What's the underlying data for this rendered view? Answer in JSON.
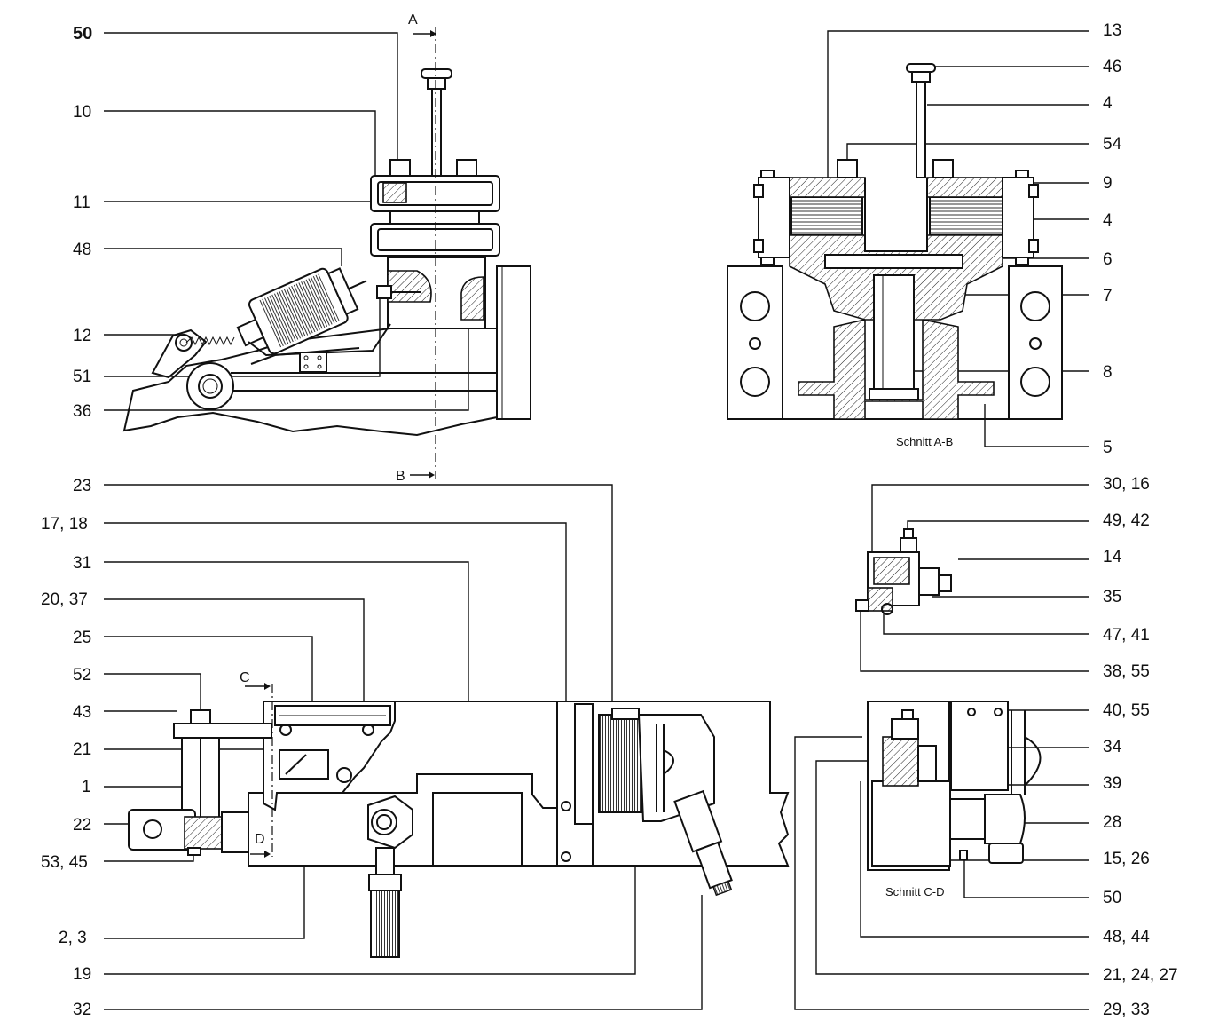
{
  "callouts_left": [
    {
      "id": "c-50",
      "text": "50"
    },
    {
      "id": "c-10",
      "text": "10"
    },
    {
      "id": "c-11",
      "text": "11"
    },
    {
      "id": "c-48",
      "text": "48"
    },
    {
      "id": "c-12",
      "text": "12"
    },
    {
      "id": "c-51",
      "text": "51"
    },
    {
      "id": "c-36",
      "text": "36"
    },
    {
      "id": "c-23",
      "text": "23"
    },
    {
      "id": "c-17-18",
      "text": "17, 18"
    },
    {
      "id": "c-31",
      "text": "31"
    },
    {
      "id": "c-20-37",
      "text": "20, 37"
    },
    {
      "id": "c-25",
      "text": "25"
    },
    {
      "id": "c-52",
      "text": "52"
    },
    {
      "id": "c-43",
      "text": "43"
    },
    {
      "id": "c-21",
      "text": "21"
    },
    {
      "id": "c-1",
      "text": "1"
    },
    {
      "id": "c-22",
      "text": "22"
    },
    {
      "id": "c-53-45",
      "text": "53, 45"
    },
    {
      "id": "c-2-3",
      "text": "2, 3"
    },
    {
      "id": "c-19",
      "text": "19"
    },
    {
      "id": "c-32",
      "text": "32"
    }
  ],
  "callouts_right": [
    {
      "id": "c-13",
      "text": "13"
    },
    {
      "id": "c-46",
      "text": "46"
    },
    {
      "id": "c-4a",
      "text": "4"
    },
    {
      "id": "c-54",
      "text": "54"
    },
    {
      "id": "c-9",
      "text": "9"
    },
    {
      "id": "c-4b",
      "text": "4"
    },
    {
      "id": "c-6",
      "text": "6"
    },
    {
      "id": "c-7",
      "text": "7"
    },
    {
      "id": "c-8",
      "text": "8"
    },
    {
      "id": "c-5",
      "text": "5"
    },
    {
      "id": "c-30-16",
      "text": "30, 16"
    },
    {
      "id": "c-49-42",
      "text": "49, 42"
    },
    {
      "id": "c-14",
      "text": "14"
    },
    {
      "id": "c-35",
      "text": "35"
    },
    {
      "id": "c-47-41",
      "text": "47, 41"
    },
    {
      "id": "c-38-55",
      "text": "38, 55"
    },
    {
      "id": "c-40-55",
      "text": "40, 55"
    },
    {
      "id": "c-34",
      "text": "34"
    },
    {
      "id": "c-39",
      "text": "39"
    },
    {
      "id": "c-28",
      "text": "28"
    },
    {
      "id": "c-15-26",
      "text": "15, 26"
    },
    {
      "id": "c-50b",
      "text": "50"
    },
    {
      "id": "c-48-44",
      "text": "48, 44"
    },
    {
      "id": "c-21-24-27",
      "text": "21, 24, 27"
    },
    {
      "id": "c-29-33",
      "text": "29, 33"
    }
  ],
  "section_marks": {
    "a": "A",
    "b": "B",
    "c": "C",
    "d": "D"
  },
  "captions": {
    "section_ab": "Schnitt A-B",
    "section_cd": "Schnitt C-D"
  }
}
